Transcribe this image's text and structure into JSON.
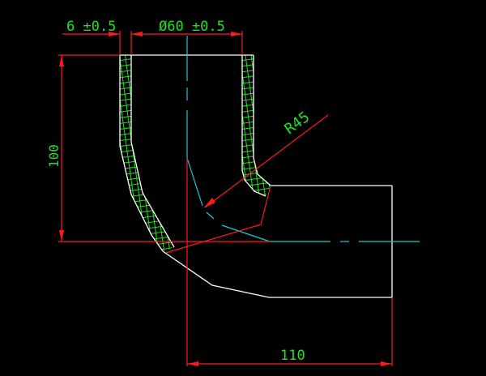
{
  "drawing": {
    "type": "pipe-elbow-section",
    "background": "#000000",
    "colors": {
      "outline": "#ffffff",
      "dimension": "#ff1a1a",
      "text": "#22e022",
      "centerline": "#19c8d8",
      "hatch": "#22e022"
    }
  },
  "dimensions": {
    "wall_thickness": {
      "label": "6 ±0.5",
      "value": 6,
      "tolerance": 0.5
    },
    "inner_diameter": {
      "label": "Ø60 ±0.5",
      "value": 60,
      "tolerance": 0.5
    },
    "height": {
      "label": "100",
      "value": 100
    },
    "length": {
      "label": "110",
      "value": 110
    },
    "bend_radius": {
      "label": "R45",
      "value": 45
    }
  }
}
